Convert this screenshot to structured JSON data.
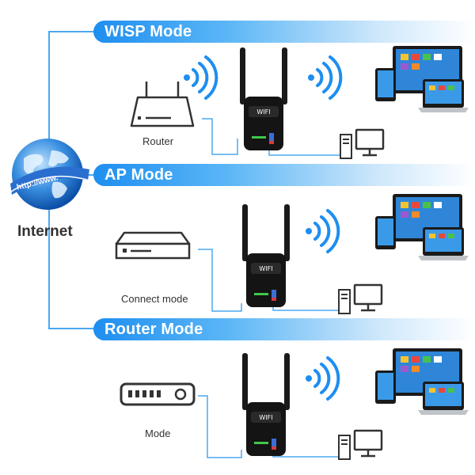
{
  "modes": [
    {
      "title": "WISP Mode",
      "device_label": "Router"
    },
    {
      "title": "AP Mode",
      "device_label": "Connect mode"
    },
    {
      "title": "Router Mode",
      "device_label": "Mode"
    }
  ],
  "internet": {
    "label": "Internet",
    "url_text": "http://www."
  },
  "extender": {
    "brand_text": "WIFI"
  },
  "colors": {
    "accent": "#1e8ef0",
    "line": "#4aa8f0"
  }
}
